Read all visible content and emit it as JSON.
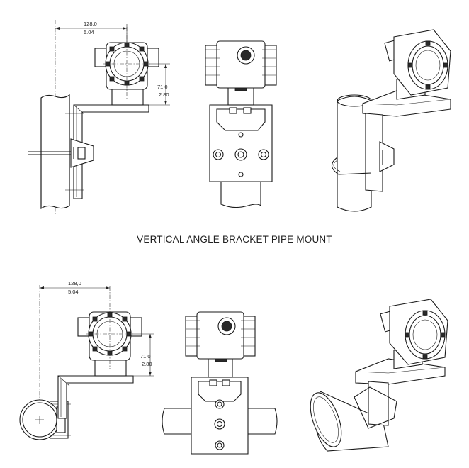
{
  "caption": "VERTICAL ANGLE BRACKET PIPE MOUNT",
  "top": {
    "dim_width_mm": "128,0",
    "dim_width_in": "5.04",
    "dim_height_mm": "71,0",
    "dim_height_in": "2.80"
  },
  "bottom": {
    "dim_width_mm": "128,0",
    "dim_width_in": "5.04",
    "dim_height_mm": "71,0",
    "dim_height_in": "2.80"
  }
}
